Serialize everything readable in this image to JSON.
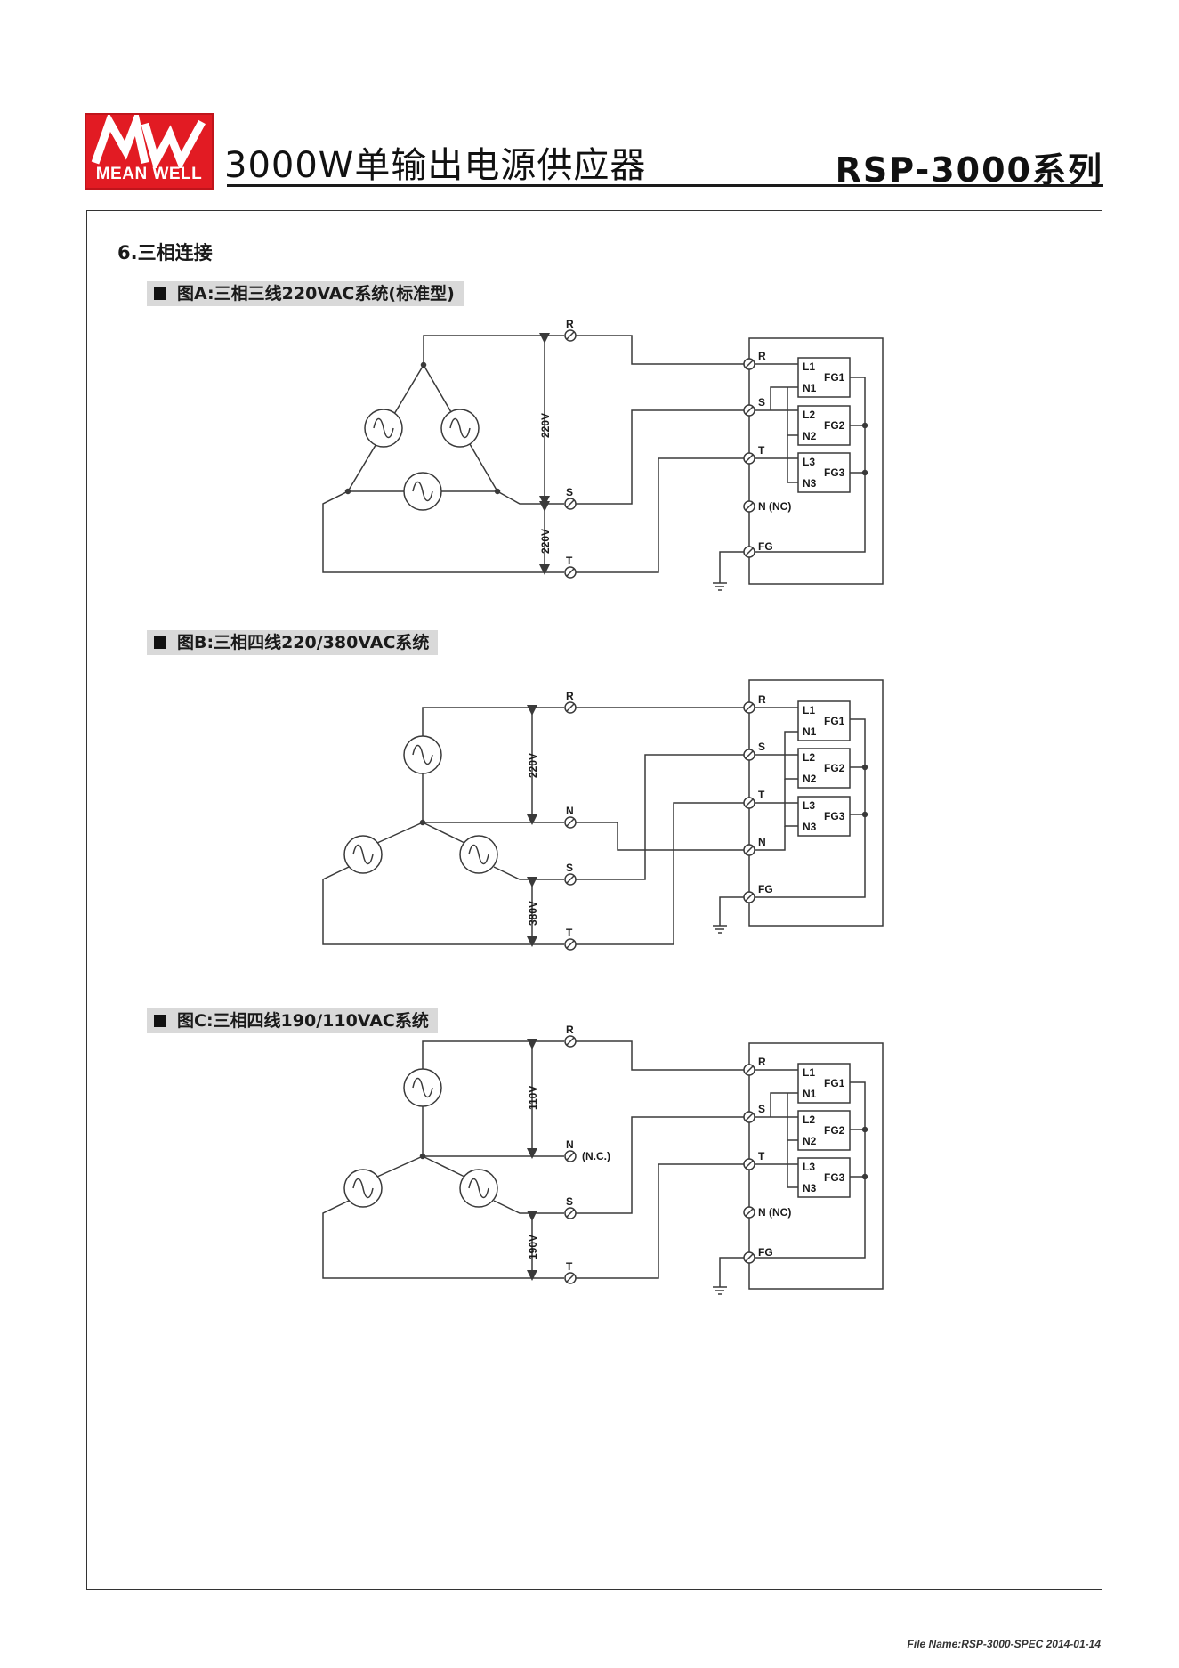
{
  "header": {
    "logo_text": "MEAN WELL",
    "title": "3000W单输出电源供应器",
    "series": "RSP-3000系列"
  },
  "section": {
    "title": "6.三相连接"
  },
  "figures": [
    {
      "caption": "图A:三相三线220VAC系统(标准型)",
      "line_labels": {
        "r": "R",
        "s": "S",
        "t": "T"
      },
      "voltages": [
        "220V",
        "220V"
      ],
      "unit": {
        "terminals": [
          "R",
          "S",
          "T",
          "N (NC)",
          "FG"
        ],
        "modules": [
          {
            "top": "L1",
            "bottom": "N1",
            "fg": "FG1"
          },
          {
            "top": "L2",
            "bottom": "N2",
            "fg": "FG2"
          },
          {
            "top": "L3",
            "bottom": "N3",
            "fg": "FG3"
          }
        ]
      }
    },
    {
      "caption": "图B:三相四线220/380VAC系统",
      "line_labels": {
        "r": "R",
        "n": "N",
        "s": "S",
        "t": "T"
      },
      "voltages": [
        "220V",
        "380V"
      ],
      "unit": {
        "terminals": [
          "R",
          "S",
          "T",
          "N",
          "FG"
        ],
        "modules": [
          {
            "top": "L1",
            "bottom": "N1",
            "fg": "FG1"
          },
          {
            "top": "L2",
            "bottom": "N2",
            "fg": "FG2"
          },
          {
            "top": "L3",
            "bottom": "N3",
            "fg": "FG3"
          }
        ]
      }
    },
    {
      "caption": "图C:三相四线190/110VAC系统",
      "line_labels": {
        "r": "R",
        "n": "N",
        "n_note": "(N.C.)",
        "s": "S",
        "t": "T"
      },
      "voltages": [
        "110V",
        "190V"
      ],
      "unit": {
        "terminals": [
          "R",
          "S",
          "T",
          "N (NC)",
          "FG"
        ],
        "modules": [
          {
            "top": "L1",
            "bottom": "N1",
            "fg": "FG1"
          },
          {
            "top": "L2",
            "bottom": "N2",
            "fg": "FG2"
          },
          {
            "top": "L3",
            "bottom": "N3",
            "fg": "FG3"
          }
        ]
      }
    }
  ],
  "footer": {
    "file_name": "File Name:RSP-3000-SPEC   2014-01-14"
  },
  "colors": {
    "brand_red": "#e21b23",
    "line": "#3a3a3a",
    "caption_bg": "#d9d9d9"
  }
}
